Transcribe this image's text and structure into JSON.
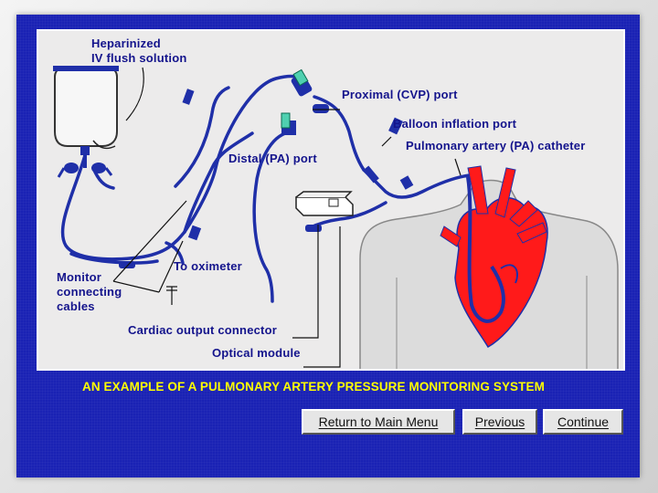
{
  "diagram": {
    "labels": {
      "heparinized": "Heparinized\nIV flush solution",
      "proximal": "Proximal (CVP) port",
      "balloon": "Balloon inflation port",
      "pa_catheter": "Pulmonary artery (PA) catheter",
      "distal": "Distal (PA) port",
      "oximeter": "To oximeter",
      "monitor": "Monitor\nconnecting\ncables",
      "cardiac_output": "Cardiac output connector",
      "optical_module": "Optical module"
    },
    "colors": {
      "tubing": "#1f2fa8",
      "heart": "#ff1a1a",
      "label_text": "#14148c",
      "panel_bg": "#ecebeb",
      "frame_bg": "#1a22b4",
      "caption_text": "#ffff00"
    }
  },
  "caption": "AN EXAMPLE OF A PULMONARY ARTERY PRESSURE MONITORING SYSTEM",
  "buttons": {
    "return_main": "Return to Main Menu",
    "previous": "Previous",
    "continue": "Continue"
  }
}
